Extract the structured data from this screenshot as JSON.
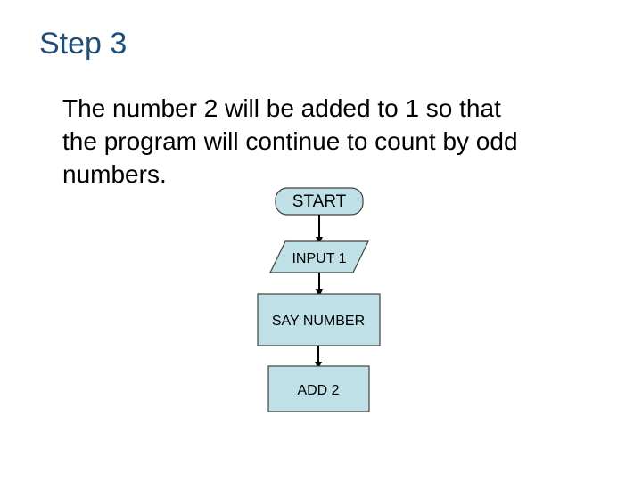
{
  "slide": {
    "title": "Step 3",
    "body_lines": [
      "The number 2 will be added to 1 so that",
      "the program will continue to count by odd",
      "numbers."
    ]
  },
  "flowchart": {
    "nodes": {
      "start": "START",
      "input": "INPUT 1",
      "process1": "SAY NUMBER",
      "process2": "ADD 2"
    },
    "colors": {
      "fill": "#bfe0e6",
      "stroke": "#404040",
      "arrow": "#000000"
    }
  }
}
